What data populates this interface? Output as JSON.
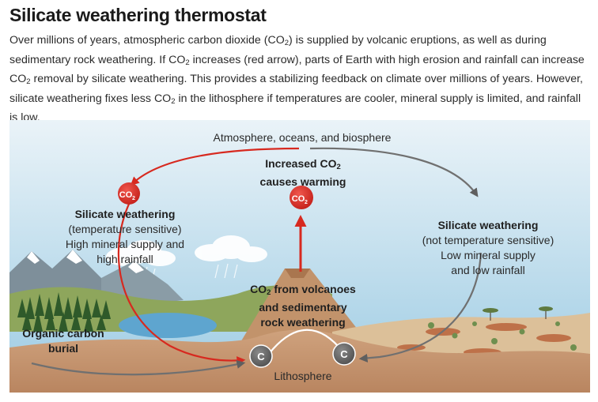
{
  "header": {
    "title": "Silicate weathering thermostat",
    "intro": {
      "p1": "Over millions of years, atmospheric carbon dioxide (CO",
      "sub1": "2",
      "p2": ") is supplied by volcanic eruptions, as well as during sedimentary rock weathering. If CO",
      "sub2": "2",
      "p3": " increases (red arrow), parts of Earth with high erosion and rainfall can increase CO",
      "sub3": "2",
      "p4": " removal by silicate weathering. This provides a stabilizing feedback on climate over millions of years. However, silicate weathering fixes less CO",
      "sub4": "2",
      "p5": " in the lithosphere if temperatures are cooler, mineral supply is limited, and rainfall is low."
    }
  },
  "diagram": {
    "atmosphere_label": "Atmosphere, oceans, and biosphere",
    "lithosphere_label": "Lithosphere",
    "center_top": {
      "line1_pre": "Increased CO",
      "line1_sub": "2",
      "line2": "causes warming"
    },
    "center_bottom": {
      "line1_pre": "CO",
      "line1_sub": "2",
      "line1_post": " from volcanoes",
      "line2": "and sedimentary",
      "line3": "rock weathering"
    },
    "left": {
      "title": "Silicate weathering",
      "line1": "(temperature sensitive)",
      "line2": "High mineral supply and",
      "line3": "high rainfall"
    },
    "right": {
      "title": "Silicate weathering",
      "line1": "(not temperature sensitive)",
      "line2": "Low mineral supply",
      "line3": "and low rainfall"
    },
    "burial": {
      "line1": "Organic carbon",
      "line2": "burial"
    },
    "co2_badge_main": "CO",
    "co2_badge_sub": "2",
    "carbon_badge": "C"
  },
  "colors": {
    "red_arrow": "#d7291f",
    "gray_arrow": "#707070",
    "sky_top": "#e6f1f7",
    "sky_bottom": "#9fcce4",
    "ground": "#c89873",
    "water": "#5ea5cf"
  }
}
